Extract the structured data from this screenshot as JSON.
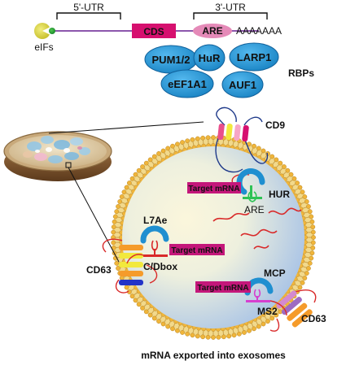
{
  "mrna": {
    "utr5": "5'-UTR",
    "utr3": "3'-UTR",
    "cds": "CDS",
    "are": "ARE",
    "polya": "AAAAAAA",
    "eifs": "eIFs"
  },
  "rbps": {
    "items": [
      "PUM1/2",
      "HuR",
      "LARP1",
      "eEF1A1",
      "AUF1"
    ],
    "label": "RBPs"
  },
  "exosome": {
    "cd9": "CD9",
    "cd63_left": "CD63",
    "cd63_right": "CD63",
    "hur": "HUR",
    "are": "ARE",
    "l7ae": "L7Ae",
    "cdbox": "C/Dbox",
    "mcp": "MCP",
    "ms2": "MS2",
    "target_mrna": "Target mRNA"
  },
  "caption": "mRNA exported into exosomes",
  "colors": {
    "cds": "#d6106f",
    "are": "#e58ab8",
    "rbp": "#2a9ddb",
    "mrna_line": "#7b3fa0",
    "target_box": "#c4177a",
    "strand": "#d92a2a",
    "lumen": "#f3edd2",
    "lumen_blue": "#b5cde8"
  }
}
